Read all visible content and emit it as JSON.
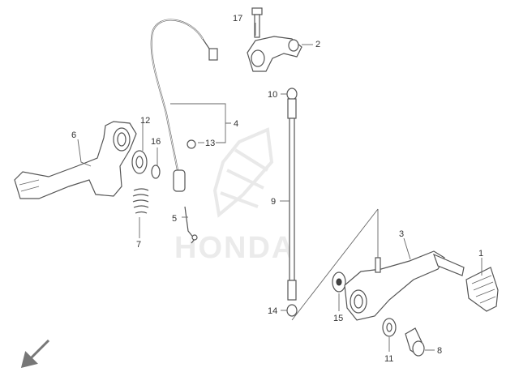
{
  "watermark": {
    "brand": "HONDA"
  },
  "callouts": [
    {
      "id": "1",
      "label": "1"
    },
    {
      "id": "2",
      "label": "2"
    },
    {
      "id": "3",
      "label": "3"
    },
    {
      "id": "4",
      "label": "4"
    },
    {
      "id": "5",
      "label": "5"
    },
    {
      "id": "6",
      "label": "6"
    },
    {
      "id": "7",
      "label": "7"
    },
    {
      "id": "8",
      "label": "8"
    },
    {
      "id": "9",
      "label": "9"
    },
    {
      "id": "10",
      "label": "10"
    },
    {
      "id": "11",
      "label": "11"
    },
    {
      "id": "12",
      "label": "12"
    },
    {
      "id": "13",
      "label": "13"
    },
    {
      "id": "14",
      "label": "14"
    },
    {
      "id": "15",
      "label": "15"
    },
    {
      "id": "16",
      "label": "16"
    },
    {
      "id": "17",
      "label": "17"
    }
  ],
  "icons": {
    "direction": "front-arrow-icon"
  },
  "colors": {
    "line": "#555555",
    "watermark": "#ebebeb"
  }
}
